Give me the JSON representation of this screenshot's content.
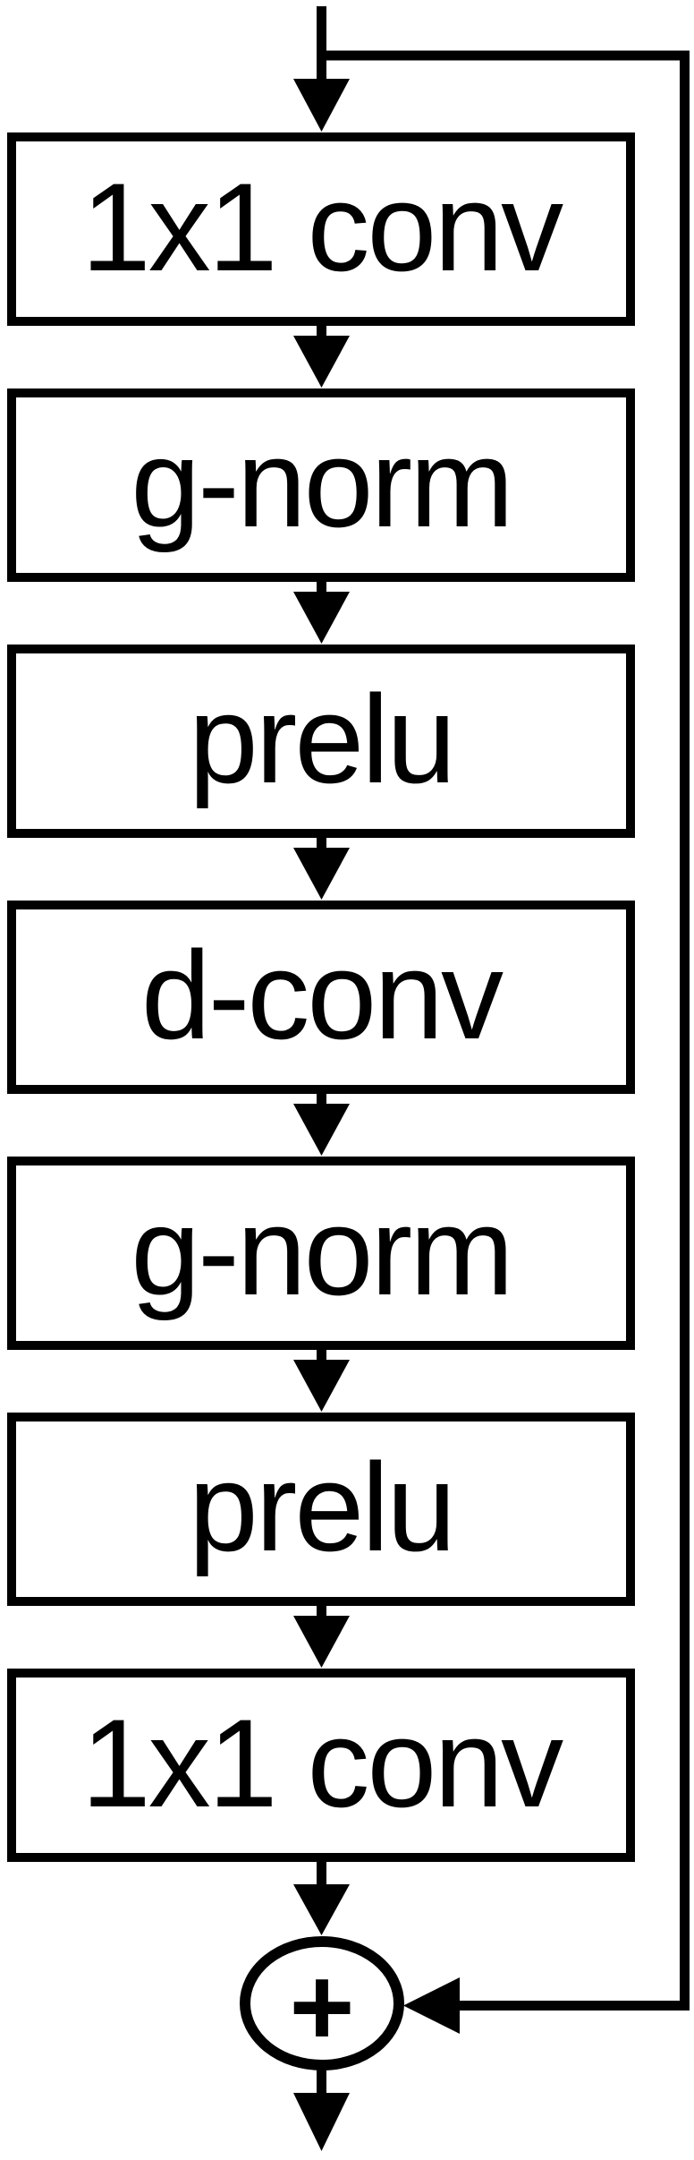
{
  "diagram": {
    "description": "residual convolutional block",
    "blocks": [
      {
        "label": "1x1 conv"
      },
      {
        "label": "g-norm"
      },
      {
        "label": "prelu"
      },
      {
        "label": "d-conv"
      },
      {
        "label": "g-norm"
      },
      {
        "label": "prelu"
      },
      {
        "label": "1x1 conv"
      }
    ],
    "sum_node": {
      "symbol": "+"
    },
    "colors": {
      "stroke": "#000000",
      "background": "#ffffff",
      "box_fill": "#ffffff"
    }
  }
}
